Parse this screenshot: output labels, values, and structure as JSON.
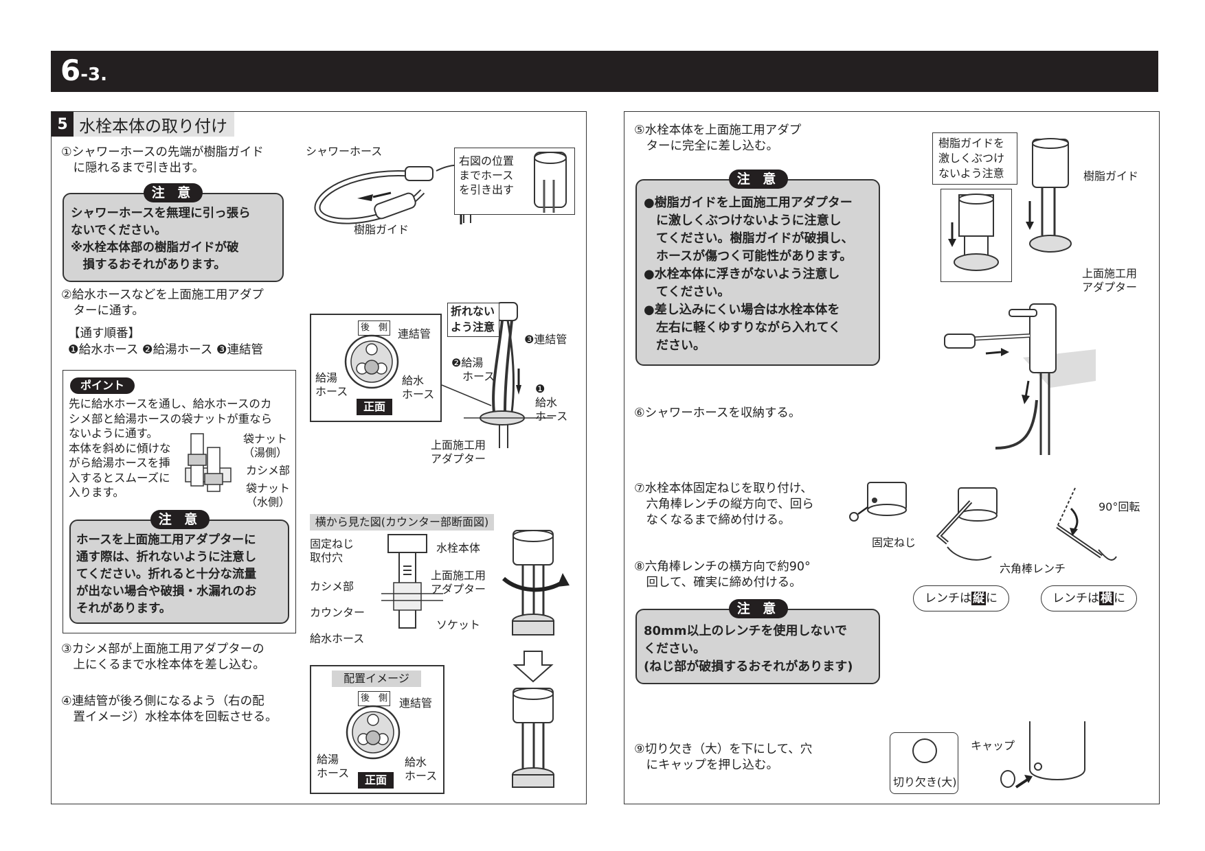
{
  "header": {
    "section_number": "6",
    "section_sub": "-3."
  },
  "section5": {
    "num": "5",
    "title": "水栓本体の取り付け",
    "step1": "①シャワーホースの先端が樹脂ガイド\n　に隠れるまで引き出す。",
    "caution_label": "注 意",
    "caution1": "シャワーホースを無理に引っ張ら\nないでください。\n※水栓本体部の樹脂ガイドが破\n　損するおそれがあります。",
    "fig1_shower_hose": "シャワーホース",
    "fig1_resin_guide": "樹脂ガイド",
    "fig1_inset": "右図の位置\nまでホース\nを引き出す",
    "step2": "②給水ホースなどを上面施工用アダプ\n　ターに通す。",
    "order_title": "【通す順番】",
    "order": "❶給水ホース ❷給湯ホース ❸連結管",
    "fig2_back": "後　側",
    "fig2_connect": "連結管",
    "fig2_hot": "給湯\nホース",
    "fig2_cold": "給水\nホース",
    "fig2_front": "正面",
    "fig2_dontbend": "折れない\nよう注意",
    "fig2_3": "❸連結管",
    "fig2_2": "❷給湯\n　ホース",
    "fig2_1": "❶\n給水\nホース",
    "fig2_adapter": "上面施工用\nアダプター",
    "point_label": "ポイント",
    "point_text": "先に給水ホースを通し、給水ホースのカ\nシメ部と給湯ホースの袋ナットが重なら\nないように通す。\n本体を斜めに傾けな\nがら給湯ホースを挿\n入するとスムーズに\n入ります。",
    "point_nut_hot": "袋ナット\n（湯側）",
    "point_kashime": "カシメ部",
    "point_nut_cold": "袋ナット\n（水側）",
    "caution2": "ホースを上面施工用アダプターに\n通す際は、折れないように注意し\nてください。折れると十分な流量\nが出ない場合や破損・水漏れのお\nそれがあります。",
    "side_title": "横から見た図(カウンター部断面図)",
    "side_hole": "固定ねじ\n取付穴",
    "side_body": "水栓本体",
    "side_adapter": "上面施工用\nアダプター",
    "side_kashime": "カシメ部",
    "side_counter": "カウンター",
    "side_socket": "ソケット",
    "side_hose": "給水ホース",
    "step3": "③カシメ部が上面施工用アダプターの\n　上にくるまで水栓本体を差し込む。",
    "step4": "④連結管が後ろ側になるよう（右の配\n　置イメージ）水栓本体を回転させる。",
    "layout_title": "配置イメージ"
  },
  "right": {
    "step5": "⑤水栓本体を上面施工用アダプ\n　ターに完全に差し込む。",
    "caution5": "●樹脂ガイドを上面施工用アダプター\n　に激しくぶつけないように注意し\n　てください。樹脂ガイドが破損し、\n　ホースが傷つく可能性があります。\n●水栓本体に浮きがないよう注意し\n　てください。\n●差し込みにくい場合は水栓本体を\n　左右に軽くゆすりながら入れてく\n　ださい。",
    "fig5_note": "樹脂ガイドを\n激しくぶつけ\nないよう注意",
    "fig5_guide": "樹脂ガイド",
    "fig5_adapter": "上面施工用\nアダプター",
    "step6": "⑥シャワーホースを収納する。",
    "step7": "⑦水栓本体固定ねじを取り付け、\n　六角棒レンチの縦方向で、回ら\n　なくなるまで締め付ける。",
    "step8": "⑧六角棒レンチの横方向で約90°\n　回して、確実に締め付ける。",
    "fig7_screw": "固定ねじ",
    "fig7_rotate": "90°回転",
    "fig7_wrench": "六角棒レンチ",
    "fig7_vert_pre": "レンチは",
    "fig7_vert": "縦",
    "fig7_horiz": "横",
    "fig7_post": "に",
    "caution8": "80mm以上のレンチを使用しないで\nください。\n(ねじ部が破損するおそれがあります)",
    "step9": "⑨切り欠き（大）を下にして、穴\n　にキャップを押し込む。",
    "fig9_cap": "キャップ",
    "fig9_notch": "切り欠き(大)"
  }
}
